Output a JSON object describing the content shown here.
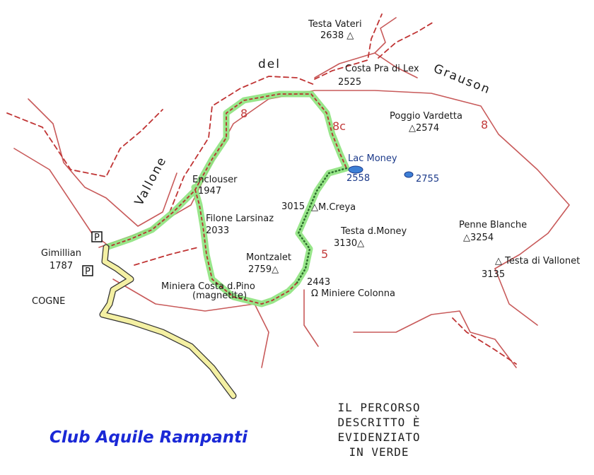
{
  "valley_name": {
    "w1": "Vallone",
    "w2": "del",
    "w3": "Grauson"
  },
  "peaks": [
    {
      "name": "Testa Vateri",
      "elev": "2638"
    },
    {
      "name": "Costa Pra di Lex",
      "elev": "2525"
    },
    {
      "name": "Poggio Vardetta",
      "elev": "2574"
    },
    {
      "name": "M.Creya",
      "elev": "3015"
    },
    {
      "name": "Testa d.Money",
      "elev": "3130"
    },
    {
      "name": "Penne Blanche",
      "elev": "3254"
    },
    {
      "name": "Testa di Vallonet",
      "elev": "3135"
    },
    {
      "name": "Montzalet",
      "elev": "2759"
    },
    {
      "name": "Filone Larsinaz",
      "elev": "2033"
    },
    {
      "name": "Enclouser",
      "elev": "1947"
    },
    {
      "name": "Gimillian",
      "elev": "1787"
    }
  ],
  "lakes": [
    {
      "name": "Lac Money",
      "elev": "2558"
    },
    {
      "elev": "2755"
    }
  ],
  "mines": [
    {
      "name": "Miniere Colonna",
      "elev": "2443"
    },
    {
      "name": "Miniera Costa d.Pino",
      "note": "(magnetite)"
    }
  ],
  "places": {
    "town": "COGNE",
    "parking": "P"
  },
  "trail_numbers": [
    "8",
    "8c",
    "8",
    "5"
  ],
  "note_lines": [
    "IL PERCORSO",
    "DESCRITTO È",
    "EVIDENZIATO",
    "IN VERDE"
  ],
  "credit": "Club Aquile Rampanti",
  "colors": {
    "route_highlight": "#8de37d",
    "trail_red": "#c03434",
    "road_fill": "#f4f0a3",
    "credit_blue": "#1a28d6"
  }
}
